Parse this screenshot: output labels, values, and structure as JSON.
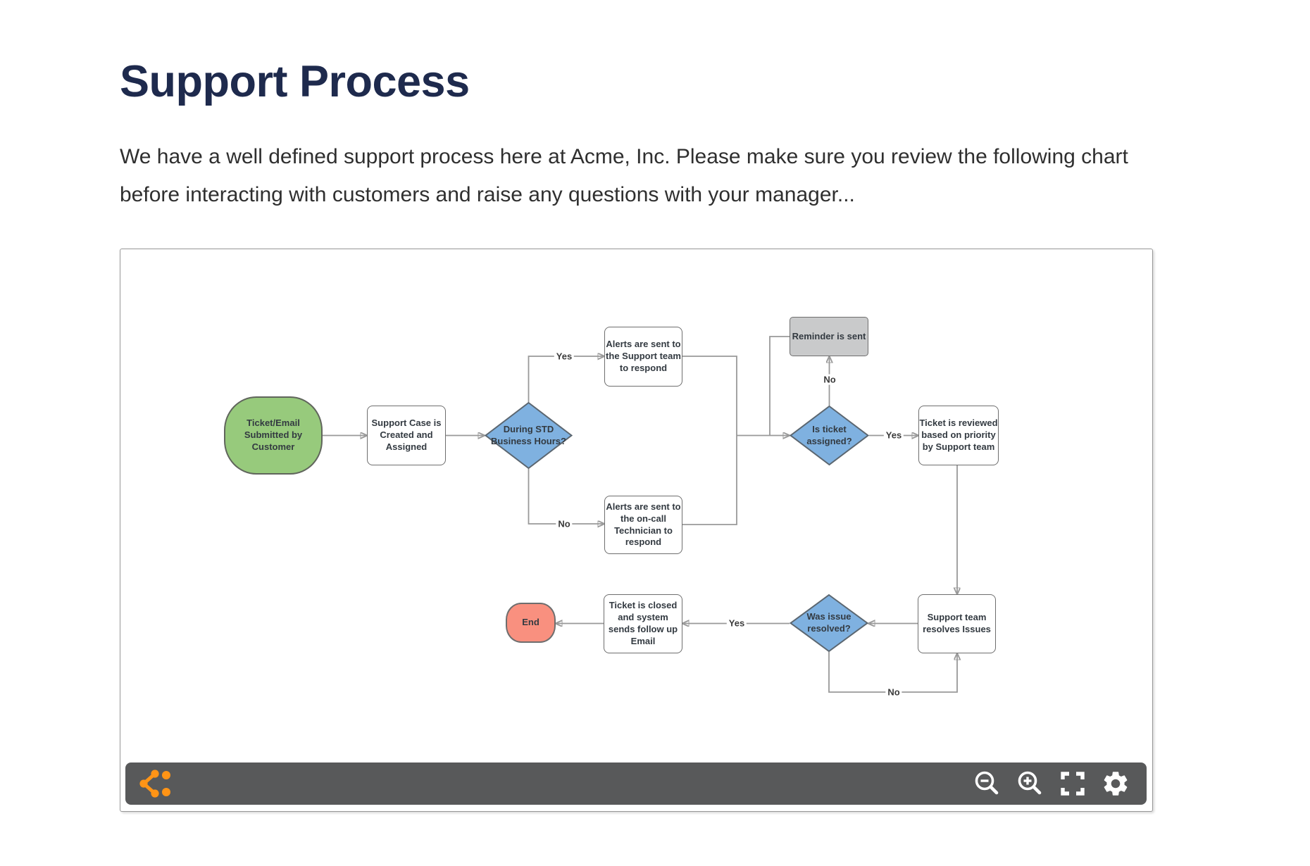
{
  "page": {
    "title": "Support Process",
    "intro": "We have a well defined support process here at Acme, Inc. Please make sure you review the following chart before interacting with customers and raise any questions with your manager..."
  },
  "colors": {
    "title_text": "#1e2a4d",
    "body_text": "#2f2f2f",
    "terminator_green": "#97ca7c",
    "decision_blue": "#7fb1e0",
    "terminator_red": "#f9907f",
    "reminder_gray": "#c9cacb",
    "connector": "#999999",
    "toolbar_bg": "#58595a",
    "logo_orange": "#ff9416"
  },
  "diagram": {
    "nodes": [
      {
        "id": "start",
        "type": "terminator",
        "label": "Ticket/Email Submitted by Customer"
      },
      {
        "id": "case",
        "type": "process",
        "label": "Support Case is Created and Assigned"
      },
      {
        "id": "hours",
        "type": "decision",
        "label": "During STD Business Hours?"
      },
      {
        "id": "alert-support",
        "type": "process",
        "label": "Alerts are sent to the Support team to respond"
      },
      {
        "id": "alert-oncall",
        "type": "process",
        "label": "Alerts are sent to the on-call Technician to respond"
      },
      {
        "id": "reminder",
        "type": "process",
        "label": "Reminder is sent"
      },
      {
        "id": "assigned",
        "type": "decision",
        "label": "Is ticket assigned?"
      },
      {
        "id": "review",
        "type": "process",
        "label": "Ticket is reviewed based on priority by Support team"
      },
      {
        "id": "resolve",
        "type": "process",
        "label": "Support team resolves Issues"
      },
      {
        "id": "resolved",
        "type": "decision",
        "label": "Was issue resolved?"
      },
      {
        "id": "close",
        "type": "process",
        "label": "Ticket is closed and system sends follow up Email"
      },
      {
        "id": "end",
        "type": "terminator",
        "label": "End"
      }
    ],
    "edges": [
      {
        "from": "start",
        "to": "case"
      },
      {
        "from": "case",
        "to": "hours"
      },
      {
        "from": "hours",
        "to": "alert-support",
        "label": "Yes"
      },
      {
        "from": "hours",
        "to": "alert-oncall",
        "label": "No"
      },
      {
        "from": "alert-support",
        "to": "assigned"
      },
      {
        "from": "alert-oncall",
        "to": "assigned"
      },
      {
        "from": "assigned",
        "to": "reminder",
        "label": "No"
      },
      {
        "from": "reminder",
        "to": "assigned"
      },
      {
        "from": "assigned",
        "to": "review",
        "label": "Yes"
      },
      {
        "from": "review",
        "to": "resolve"
      },
      {
        "from": "resolve",
        "to": "resolved"
      },
      {
        "from": "resolved",
        "to": "close",
        "label": "Yes"
      },
      {
        "from": "close",
        "to": "end"
      },
      {
        "from": "resolved",
        "to": "resolve",
        "label": "No"
      }
    ]
  },
  "toolbar": {
    "logo": "lucidchart",
    "buttons": [
      {
        "name": "zoom-out"
      },
      {
        "name": "zoom-in"
      },
      {
        "name": "fullscreen"
      },
      {
        "name": "settings"
      }
    ]
  }
}
